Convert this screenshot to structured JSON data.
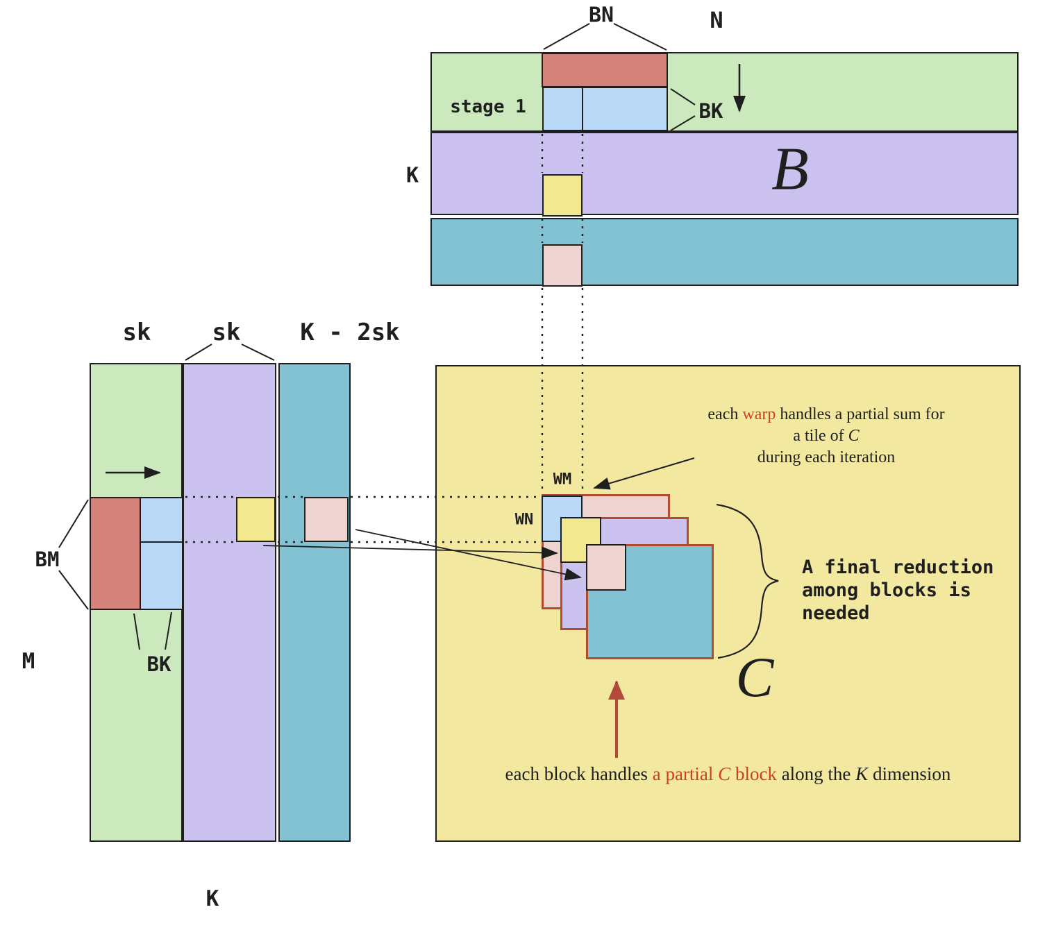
{
  "colors": {
    "green": "#cbe9bd",
    "purple": "#cbc2f0",
    "teal": "#82c2d2",
    "red": "#d5837a",
    "blue": "#bad9f7",
    "yellow": "#f1e88f",
    "pink": "#edd4d0",
    "canvas_yellow": "#f2e8a0",
    "sienna": "#b24c30",
    "arrow_red": "#b14a3b",
    "text_red": "#cc4125",
    "ink": "#1f1f1f"
  },
  "matrix_b": {
    "name": "B",
    "stage_label": "stage 1",
    "bn": "BN",
    "n": "N",
    "bk": "BK",
    "k": "K"
  },
  "matrix_a": {
    "sk_1": "sk",
    "sk_2": "sk",
    "k_minus_2sk": "K - 2sk",
    "bm": "BM",
    "m": "M",
    "bk": "BK",
    "k": "K"
  },
  "matrix_c": {
    "name": "C",
    "wm": "WM",
    "wn": "WN",
    "warp_note": {
      "pre": "each ",
      "warp": "warp",
      "post": " handles a partial sum for",
      "line2_pre": "a tile of ",
      "line2_var": "C",
      "line3": "during each iteration"
    },
    "reduction_note": {
      "line1": "A final reduction",
      "line2": "among blocks is",
      "line3": "needed"
    },
    "block_note": {
      "pre": "each block handles ",
      "hl_pre": "a partial ",
      "hl_var": "C",
      "hl_post": " block",
      "mid": " along the ",
      "var_k": "K",
      "post": " dimension"
    }
  }
}
